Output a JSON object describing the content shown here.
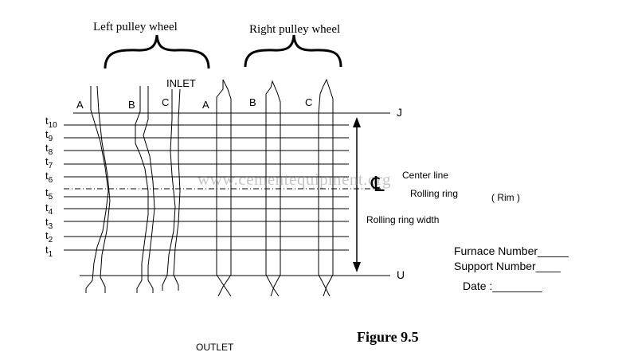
{
  "figure": {
    "pulley_left_label": "Left pulley wheel",
    "pulley_right_label": "Right pulley wheel",
    "inlet_label": "INLET",
    "outlet_label": "OUTLET",
    "caption": "Figure 9.5",
    "column_labels": [
      "A",
      "B",
      "C",
      "A",
      "B",
      "C"
    ],
    "time_rows": [
      {
        "base": "t",
        "sub": "10"
      },
      {
        "base": "t",
        "sub": "9"
      },
      {
        "base": "t",
        "sub": "8"
      },
      {
        "base": "t",
        "sub": "7"
      },
      {
        "base": "t",
        "sub": "6"
      },
      {
        "base": "t",
        "sub": "5"
      },
      {
        "base": "t",
        "sub": "4"
      },
      {
        "base": "t",
        "sub": "3"
      },
      {
        "base": "t",
        "sub": "2"
      },
      {
        "base": "t",
        "sub": "1"
      }
    ],
    "top_edge_label": "J",
    "bottom_edge_label": "U",
    "center_line_label": "Center line",
    "center_symbol": "℄",
    "rolling_ring_label": "Rolling ring",
    "rim_label": "( Rim )",
    "width_label": "Rolling ring width",
    "furnace_number_label": "Furnace Number_____",
    "support_number_label": "Support Number____",
    "date_label": "Date :________",
    "watermark": "www.cementequipment.org"
  }
}
